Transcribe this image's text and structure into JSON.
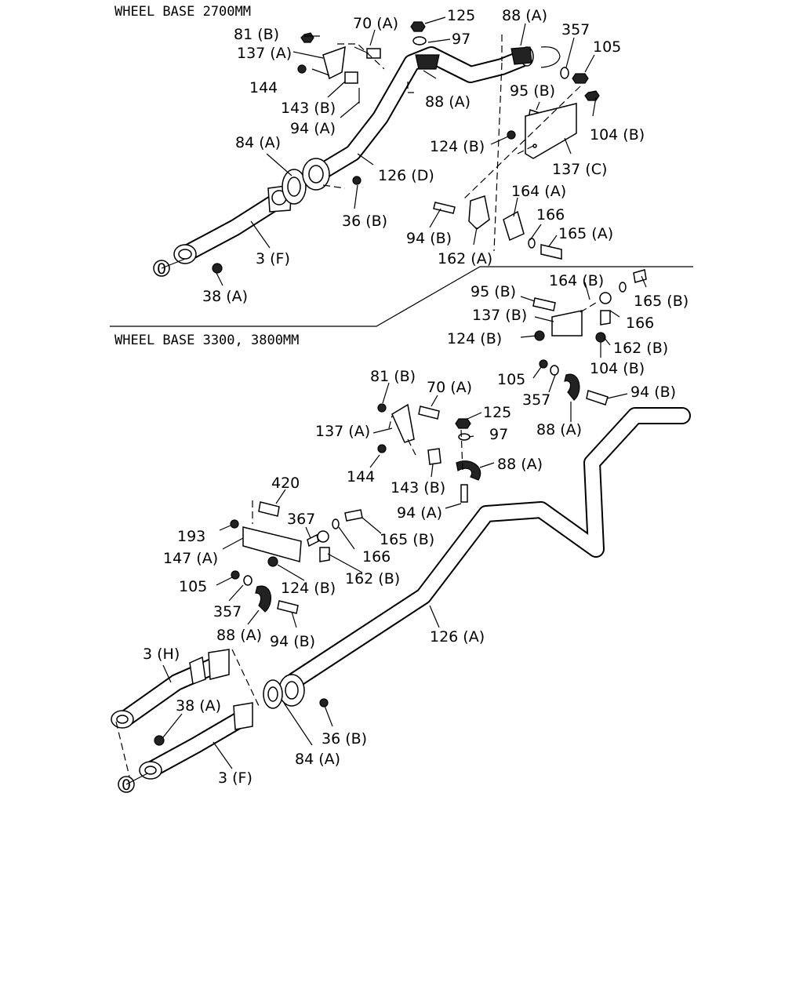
{
  "headers": {
    "wb1": "WHEEL BASE 2700MM",
    "wb2": "WHEEL BASE 3300, 3800MM"
  },
  "labels": {
    "t1": "70 (A)",
    "t2": "125",
    "t3": "88 (A)",
    "t4": "81 (B)",
    "t5": "97",
    "t6": "357",
    "t7": "137 (A)",
    "t8": "105",
    "t9": "144",
    "t10": "95 (B)",
    "t11": "88 (A)",
    "t12": "143 (B)",
    "t13": "94 (A)",
    "t14": "104 (B)",
    "t15": "124 (B)",
    "t16": "84 (A)",
    "t17": "137 (C)",
    "t18": "126 (D)",
    "t19": "164 (A)",
    "t20": "166",
    "t21": "36 (B)",
    "t22": "165 (A)",
    "t23": "94 (B)",
    "t24": "3 (F)",
    "t25": "162 (A)",
    "t26": "38 (A)",
    "b1": "164 (B)",
    "b2": "95 (B)",
    "b3": "165 (B)",
    "b4": "137 (B)",
    "b5": "166",
    "b6": "124 (B)",
    "b7": "162 (B)",
    "b8": "104 (B)",
    "b9": "81 (B)",
    "b10": "70 (A)",
    "b11": "105",
    "b12": "94 (B)",
    "b13": "357",
    "b14": "125",
    "b15": "88 (A)",
    "b16": "137 (A)",
    "b17": "97",
    "b18": "88 (A)",
    "b19": "144",
    "b20": "143 (B)",
    "b21": "420",
    "b22": "94 (A)",
    "b23": "367",
    "b24": "193",
    "b25": "165 (B)",
    "b26": "147 (A)",
    "b27": "166",
    "b28": "162 (B)",
    "b29": "124 (B)",
    "b30": "105",
    "b31": "357",
    "b32": "126 (A)",
    "b33": "88 (A)",
    "b34": "94 (B)",
    "b35": "3 (H)",
    "b36": "38 (A)",
    "b37": "36 (B)",
    "b38": "84 (A)",
    "b39": "3 (F)"
  },
  "markers": {
    "top": "0",
    "bottom": "0"
  }
}
